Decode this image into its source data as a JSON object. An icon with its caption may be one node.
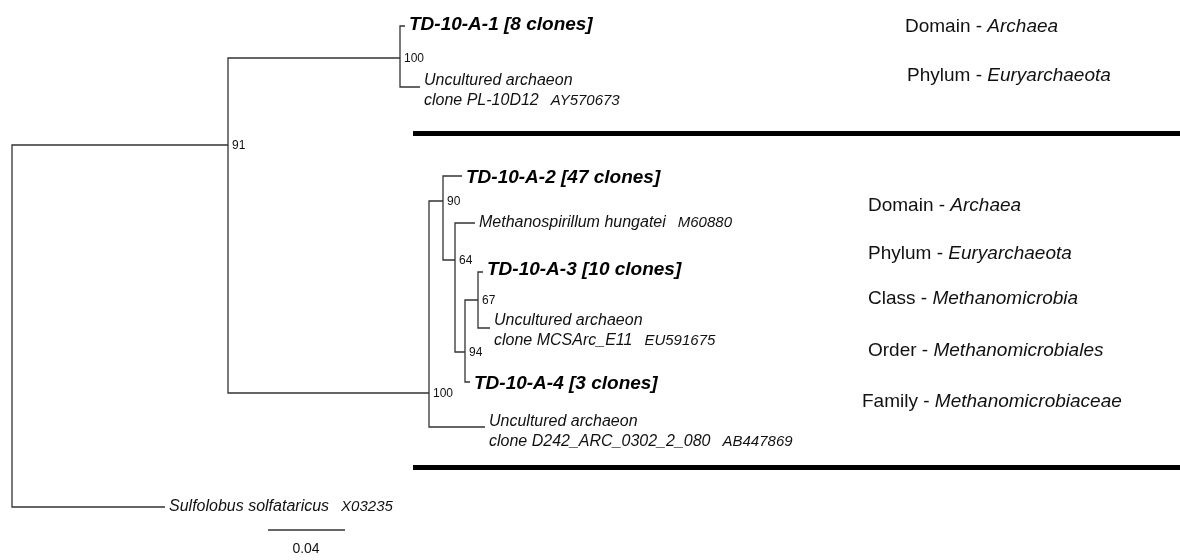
{
  "diagram": {
    "nodes": [
      {
        "text": [
          "91"
        ]
      },
      {
        "text": [
          "100"
        ]
      },
      {
        "text": [
          "TD-10-A-1 [8 clones]"
        ]
      },
      {
        "text": [
          "Uncultured archaeon clone PL-10D12",
          "AY570673"
        ]
      },
      {
        "text": [
          "100"
        ]
      },
      {
        "text": [
          "90"
        ]
      },
      {
        "text": [
          "TD-10-A-2 [47 clones]"
        ]
      },
      {
        "text": [
          "64"
        ]
      },
      {
        "text": [
          "Methanospirillum hungatei",
          "M60880"
        ]
      },
      {
        "text": [
          "94"
        ]
      },
      {
        "text": [
          "67"
        ]
      },
      {
        "text": [
          "TD-10-A-3 [10 clones]"
        ]
      },
      {
        "text": [
          "Uncultured archaeon clone MCSArc_E11",
          "EU591675"
        ]
      },
      {
        "text": [
          "TD-10-A-4 [3 clones]"
        ]
      },
      {
        "text": [
          "Uncultured archaeon clone D242_ARC_0302_2_080",
          "AB447869"
        ]
      },
      {
        "text": [
          "Sulfolobus solfataricus",
          "X03235"
        ]
      }
    ],
    "edges": [
      {
        "from": 0,
        "to": 1,
        "arrow": "none"
      },
      {
        "from": 0,
        "to": 4,
        "arrow": "none"
      },
      {
        "from": 0,
        "to": 15,
        "arrow": "none"
      },
      {
        "from": 1,
        "to": 2,
        "arrow": "none"
      },
      {
        "from": 1,
        "to": 3,
        "arrow": "none"
      },
      {
        "from": 4,
        "to": 5,
        "arrow": "none"
      },
      {
        "from": 4,
        "to": 14,
        "arrow": "none"
      },
      {
        "from": 5,
        "to": 6,
        "arrow": "none"
      },
      {
        "from": 5,
        "to": 7,
        "arrow": "none"
      },
      {
        "from": 7,
        "to": 8,
        "arrow": "none"
      },
      {
        "from": 7,
        "to": 9,
        "arrow": "none"
      },
      {
        "from": 9,
        "to": 10,
        "arrow": "none"
      },
      {
        "from": 9,
        "to": 13,
        "arrow": "none"
      },
      {
        "from": 10,
        "to": 11,
        "arrow": "none"
      },
      {
        "from": 10,
        "to": 12,
        "arrow": "none"
      }
    ],
    "labels": [
      "Domain - *Archaea*",
      "Phylum - *Euryarchaeota*",
      "Domain - *Archaea*",
      "Phylum - *Euryarchaeota*",
      "Class - *Methanomicrobia*",
      "Order - *Methanomicrobiales*",
      "Family - *Methanomicrobiaceae*",
      "0.04"
    ]
  }
}
